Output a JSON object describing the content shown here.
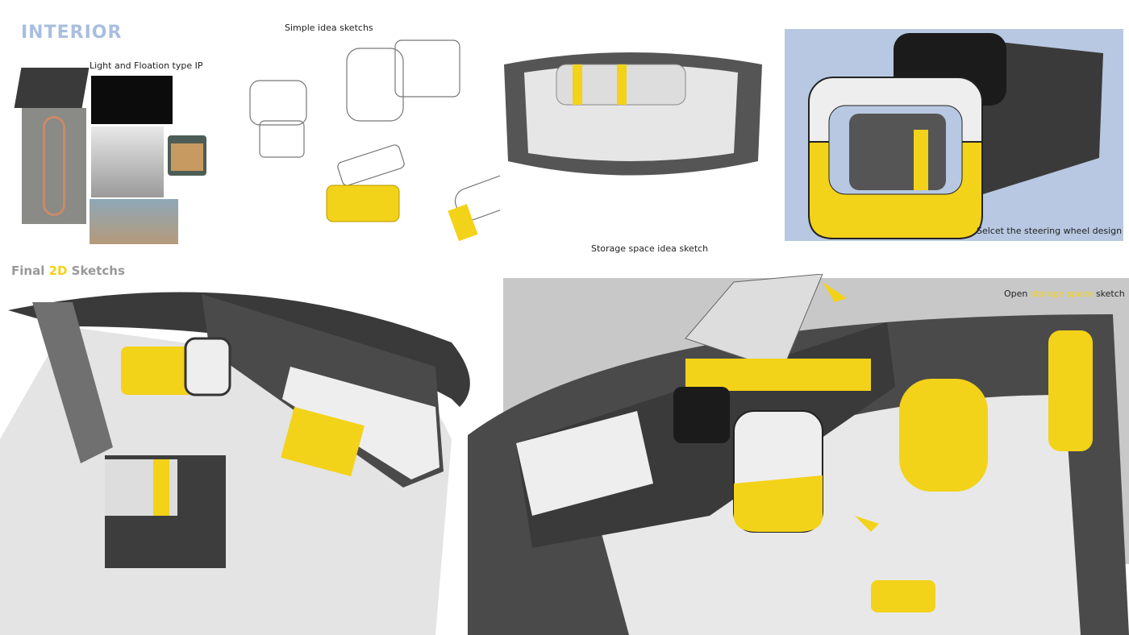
{
  "board": {
    "title": "INTERIOR",
    "moodboard_caption": "Light and Floation type IP",
    "simple_sketch_caption": "Simple idea sketchs",
    "storage_idea_caption": "Storage space idea sketch",
    "steering_caption": "Selcet the steering wheel design",
    "final_title": {
      "part1": "Final ",
      "highlight": "2D",
      "part2": " Sketchs"
    },
    "open_storage_caption": {
      "part1": "Open ",
      "highlight": "storage space",
      "part2": " sketch"
    }
  },
  "colors": {
    "accent_yellow": "#f3d21a",
    "title_blue": "#a9bedf",
    "panel_blue": "#b8c8e2",
    "dark_gray": "#4a4a4a"
  }
}
